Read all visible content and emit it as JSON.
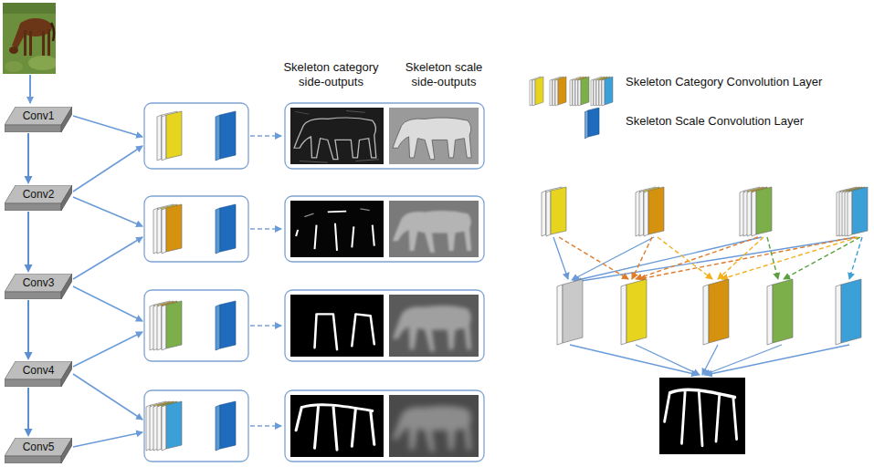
{
  "diagram": {
    "nodes": [
      {
        "text": [
          "Conv1"
        ]
      },
      {
        "text": [
          "Conv2"
        ]
      },
      {
        "text": [
          "Conv3"
        ]
      },
      {
        "text": [
          "Conv4"
        ]
      },
      {
        "text": [
          "Conv5"
        ]
      }
    ],
    "edges": [
      {
        "from": 0,
        "to": 1,
        "arrow": "to"
      },
      {
        "from": 1,
        "to": 2,
        "arrow": "to"
      },
      {
        "from": 2,
        "to": 3,
        "arrow": "to"
      },
      {
        "from": 3,
        "to": 4,
        "arrow": "to"
      }
    ],
    "labels": [
      "Skeleton category side-outputs",
      "Skeleton scale side-outputs"
    ],
    "legend": [
      {
        "text": "Skeleton Category Convolution Layer"
      },
      {
        "text": "Skeleton Scale Convolution Layer",
        "color": "#1f6bbd"
      }
    ]
  }
}
